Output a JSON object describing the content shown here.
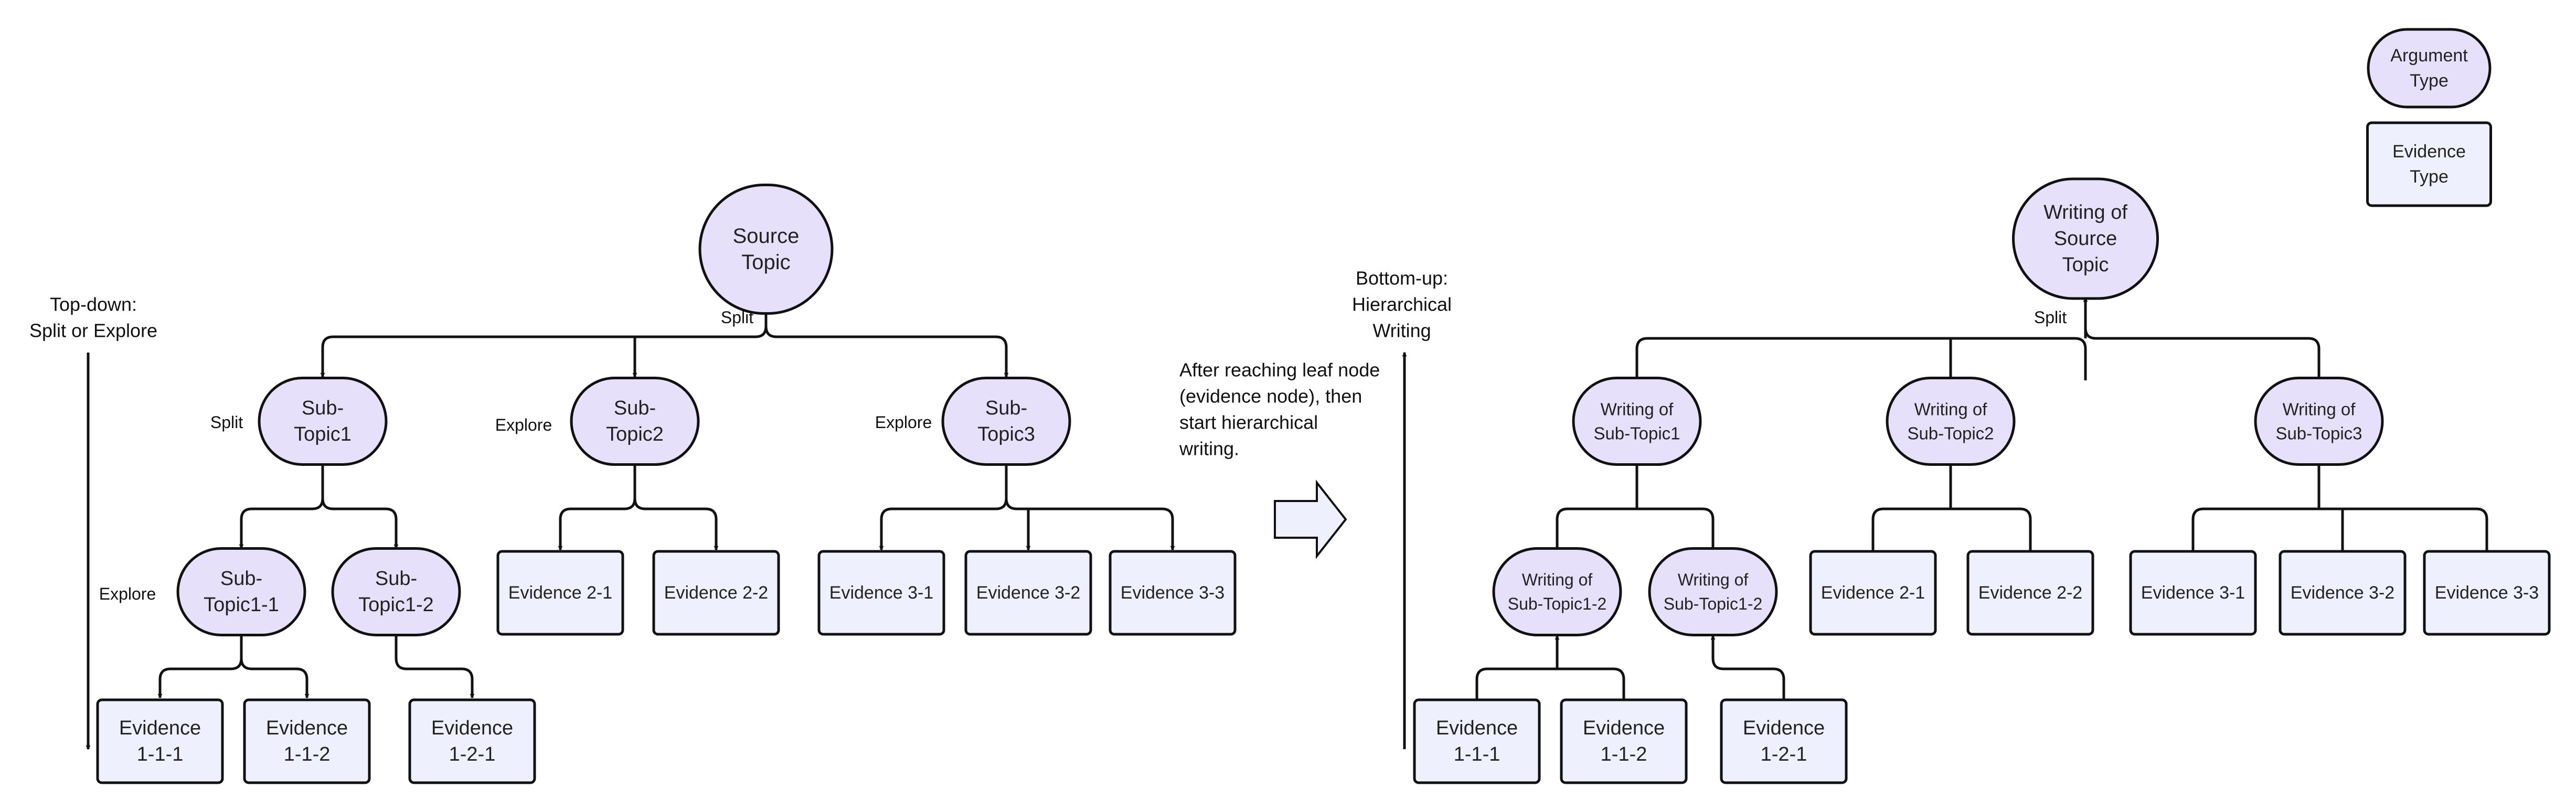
{
  "colors": {
    "argument_fill": "#e7e0fb",
    "evidence_fill": "#eef1fd",
    "stroke": "#111111"
  },
  "legend": {
    "argument": [
      "Argument",
      "Type"
    ],
    "evidence": [
      "Evidence",
      "Type"
    ]
  },
  "left_tree": {
    "direction_label": [
      "Top-down:",
      "Split or Explore"
    ],
    "root": [
      "Source",
      "Topic"
    ],
    "root_action": "Split",
    "sub1": [
      "Sub-",
      "Topic1"
    ],
    "sub1_action": "Split",
    "sub2": [
      "Sub-",
      "Topic2"
    ],
    "sub2_action": "Explore",
    "sub3": [
      "Sub-",
      "Topic3"
    ],
    "sub3_action": "Explore",
    "sub11": [
      "Sub-",
      "Topic1-1"
    ],
    "sub11_action": "Explore",
    "sub12": [
      "Sub-",
      "Topic1-2"
    ],
    "ev111": [
      "Evidence",
      "1-1-1"
    ],
    "ev112": [
      "Evidence",
      "1-1-2"
    ],
    "ev121": [
      "Evidence",
      "1-2-1"
    ],
    "ev21": [
      "Evidence 2-1"
    ],
    "ev22": [
      "Evidence 2-2"
    ],
    "ev31": [
      "Evidence 3-1"
    ],
    "ev32": [
      "Evidence 3-2"
    ],
    "ev33": [
      "Evidence 3-3"
    ]
  },
  "middle_note": [
    "After reaching leaf node",
    "(evidence node), then",
    "start hierarchical",
    "writing."
  ],
  "right_tree": {
    "direction_label": [
      "Bottom-up:",
      "Hierarchical",
      "Writing"
    ],
    "root": [
      "Writing of",
      "Source",
      "Topic"
    ],
    "root_action": "Split",
    "sub1": [
      "Writing of",
      "Sub-Topic1"
    ],
    "sub2": [
      "Writing of",
      "Sub-Topic2"
    ],
    "sub3": [
      "Writing of",
      "Sub-Topic3"
    ],
    "sub11": [
      "Writing of",
      "Sub-Topic1-2"
    ],
    "sub12": [
      "Writing of",
      "Sub-Topic1-2"
    ],
    "ev111": [
      "Evidence",
      "1-1-1"
    ],
    "ev112": [
      "Evidence",
      "1-1-2"
    ],
    "ev121": [
      "Evidence",
      "1-2-1"
    ],
    "ev21": [
      "Evidence 2-1"
    ],
    "ev22": [
      "Evidence 2-2"
    ],
    "ev31": [
      "Evidence 3-1"
    ],
    "ev32": [
      "Evidence 3-2"
    ],
    "ev33": [
      "Evidence 3-3"
    ]
  }
}
